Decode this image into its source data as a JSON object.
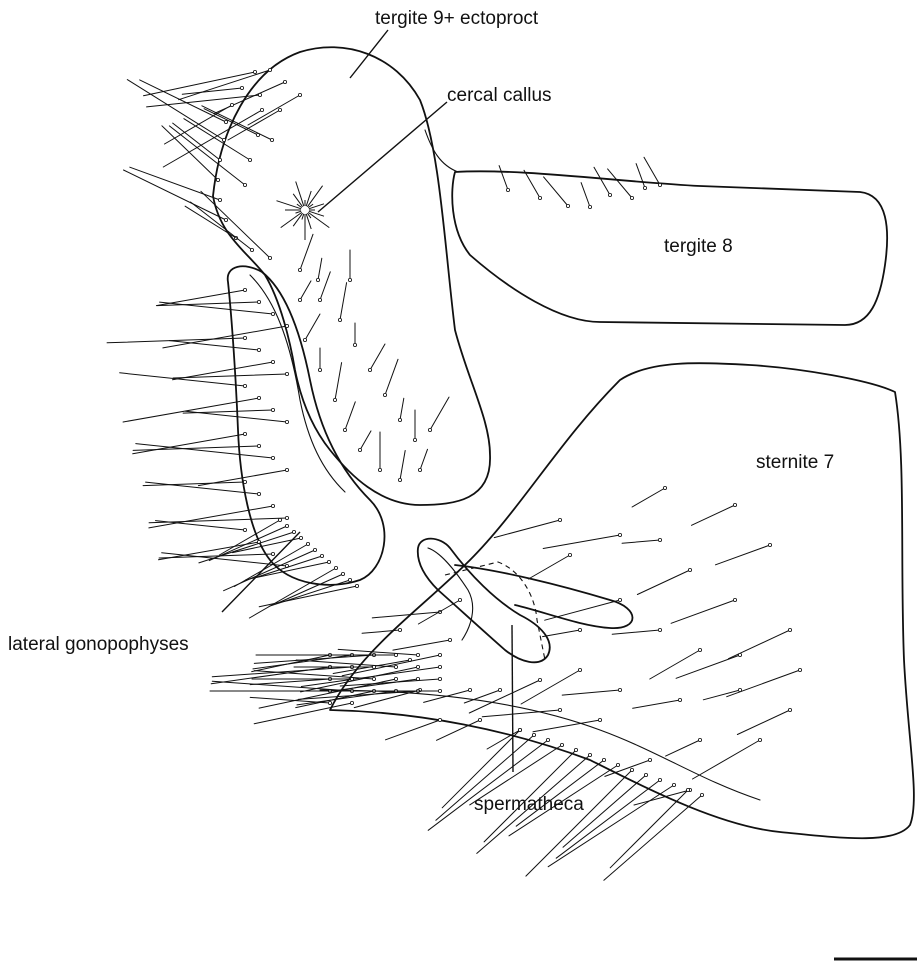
{
  "labels": {
    "tergite9": "tergite 9+ ectoproct",
    "cercal_callus": "cercal callus",
    "tergite8": "tergite 8",
    "sternite7": "sternite 7",
    "lateral_gonopophyses": "lateral gonopophyses",
    "spermatheca": "spermatheca"
  },
  "colors": {
    "ink": "#111111",
    "background": "#ffffff"
  }
}
